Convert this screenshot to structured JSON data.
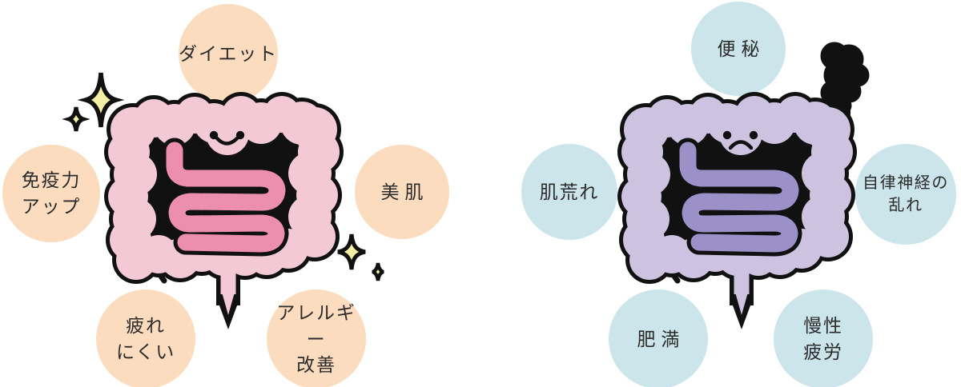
{
  "colors": {
    "background": "#ffffff",
    "outline": "#111111",
    "text": "#2b2b2b",
    "healthy-bubble": "#fbdcbf",
    "healthy-body": "#f2c9d5",
    "healthy-small-intestine": "#ec8fae",
    "sparkle": "#f4efa6",
    "unhealthy-bubble": "#cbe5eb",
    "unhealthy-body": "#cdc2e0",
    "unhealthy-small-intestine": "#9b90c7"
  },
  "healthy_gut": {
    "mood": "happy",
    "decoration_icon": "sparkle-icon",
    "bubbles": {
      "diet": {
        "lines": [
          "ダイエット"
        ]
      },
      "immunity": {
        "lines": [
          "免疫力",
          "アップ"
        ]
      },
      "beautiful_skin": {
        "lines": [
          "美肌"
        ]
      },
      "fatigue_resistance": {
        "lines": [
          "疲れ",
          "にくい"
        ]
      },
      "allergy_improvement": {
        "lines": [
          "アレルギー",
          "改善"
        ]
      }
    }
  },
  "unhealthy_gut": {
    "mood": "sad",
    "decoration_icon": "gloom-drip-icon",
    "bubbles": {
      "constipation": {
        "lines": [
          "便秘"
        ]
      },
      "rough_skin": {
        "lines": [
          "肌荒れ"
        ]
      },
      "autonomic_imbalance": {
        "lines": [
          "自律神経の",
          "乱れ"
        ]
      },
      "obesity": {
        "lines": [
          "肥満"
        ]
      },
      "chronic_fatigue": {
        "lines": [
          "慢性",
          "疲労"
        ]
      }
    }
  }
}
